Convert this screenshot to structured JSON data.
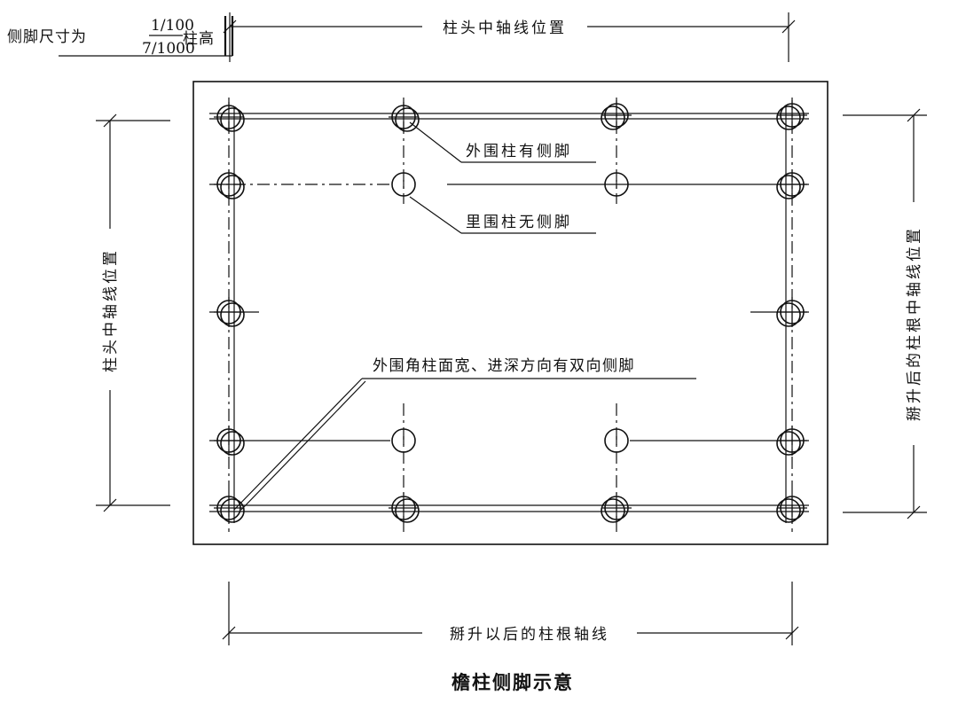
{
  "labels": {
    "top_dim": "柱头中轴线位置",
    "left_dim": "柱头中轴线位置",
    "right_dim": "掰升后的柱根中轴线位置",
    "bottom_dim": "掰升以后的柱根轴线",
    "outer_cols": "外围柱有侧脚",
    "inner_cols": "里围柱无侧脚",
    "corner_cols": "外围角柱面宽、进深方向有双向侧脚",
    "caption": "檐柱侧脚示意"
  },
  "side_foot_note": {
    "prefix": "侧脚尺寸为",
    "frac_top": "1/100",
    "frac_bottom": "7/1000",
    "suffix": "柱高"
  }
}
